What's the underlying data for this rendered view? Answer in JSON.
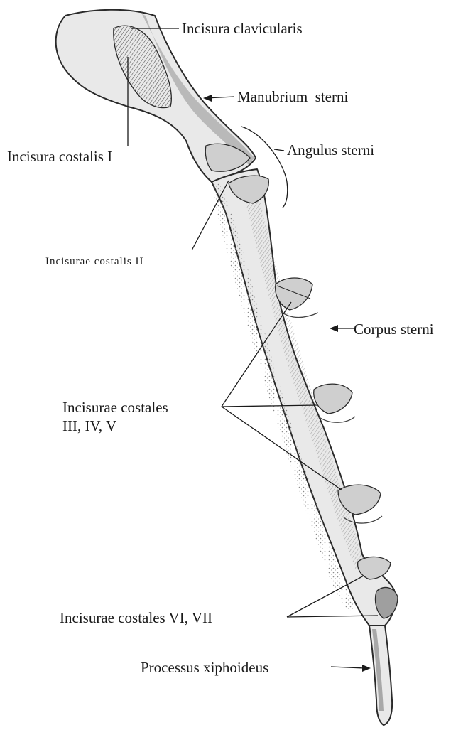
{
  "labels": {
    "incisura_clavicularis": "Incisura clavicularis",
    "manubrium_sterni": "Manubrium  sterni",
    "incisura_costalis_i": "Incisura costalis I",
    "angulus_sterni": "Angulus sterni",
    "incisurae_costalis_ii": "Incisurae costalis II",
    "corpus_sterni": "Corpus sterni",
    "incisurae_costales_iii_v_line1": "Incisurae costales",
    "incisurae_costales_iii_v_line2": "III, IV, V",
    "incisurae_costales_vi_vii": "Incisurae costales VI, VII",
    "processus_xiphoideus": "Processus xiphoideus"
  },
  "colors": {
    "bone_fill": "#e9e9e9",
    "bone_shadow": "#9a9a9a",
    "facet_fill": "#cfcfcf",
    "ink": "#1a1a1a"
  }
}
